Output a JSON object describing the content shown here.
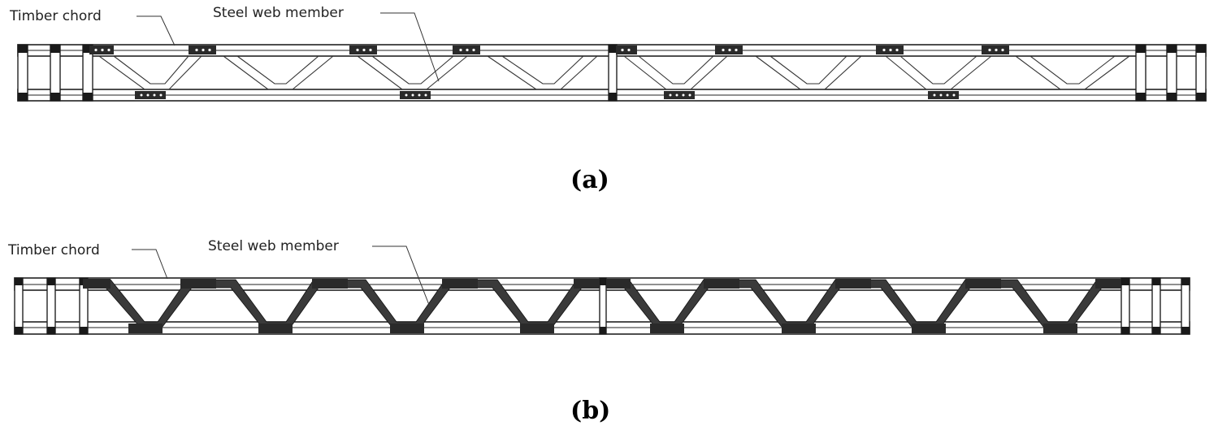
{
  "figures": [
    {
      "caption": "(a)",
      "labels": {
        "chord": "Timber chord",
        "web": "Steel web member"
      }
    },
    {
      "caption": "(b)",
      "labels": {
        "chord": "Timber chord",
        "web": "Steel web member"
      }
    }
  ]
}
